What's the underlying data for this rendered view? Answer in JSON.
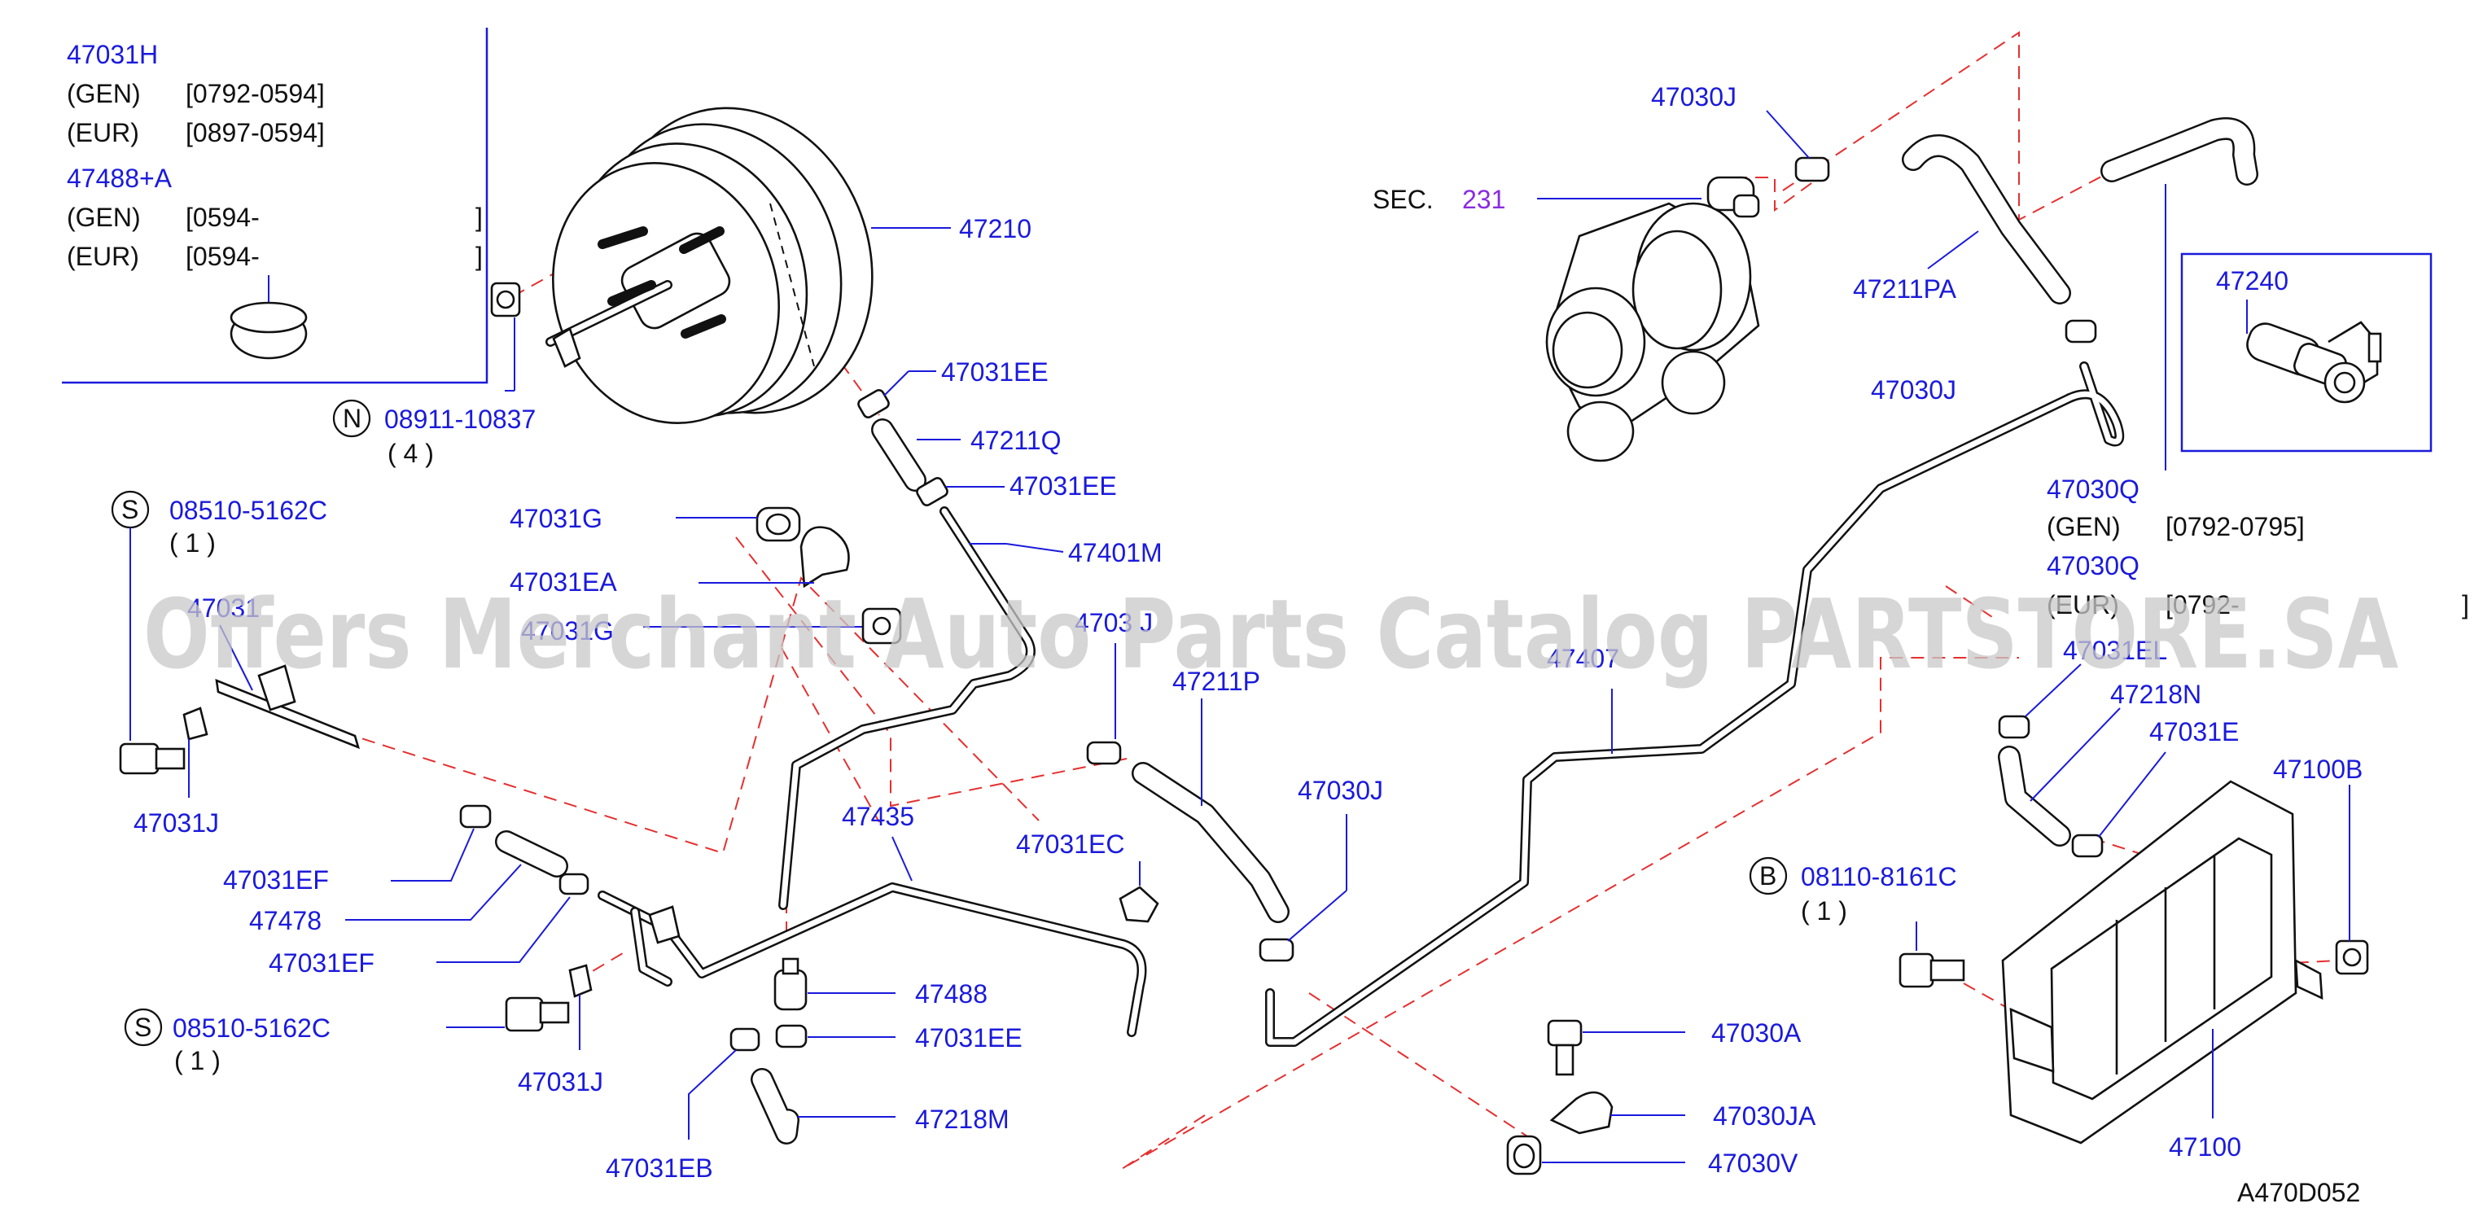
{
  "diagram_code": "A470D052",
  "watermark": "Offers Merchant Auto Parts Catalog PARTSTORE.SA",
  "legend": {
    "part_1": "47031H",
    "part_1_gen_label": "(GEN)",
    "part_1_gen_range": "[0792-0594]",
    "part_1_eur_label": "(EUR)",
    "part_1_eur_range": "[0897-0594]",
    "part_2": "47488+A",
    "part_2_gen_label": "(GEN)",
    "part_2_gen_range": "[0594-",
    "part_2_eur_label": "(EUR)",
    "part_2_eur_range": "[0594-",
    "bracket_close": "]"
  },
  "sec_ref": {
    "prefix": "SEC.",
    "number": "231"
  },
  "inset_47240": "47240",
  "q_ranges": {
    "gen_label": "(GEN)",
    "gen_range": "[0792-0795]",
    "eur_label": "(EUR)",
    "eur_range": "[0792-",
    "bracket_close": "]"
  },
  "fasteners": {
    "n_letter": "N",
    "n_part": "08911-10837",
    "n_qty": "( 4 )",
    "s_letter": "S",
    "s1_part": "08510-5162C",
    "s1_qty": "( 1 )",
    "s2_part": "08510-5162C",
    "s2_qty": "( 1 )",
    "b_letter": "B",
    "b_part": "08110-8161C",
    "b_qty": "( 1 )"
  },
  "labels": {
    "p47210": "47210",
    "p47031EE_a": "47031EE",
    "p47211Q": "47211Q",
    "p47031EE_b": "47031EE",
    "p47401M": "47401M",
    "p47031G": "47031G",
    "p47031EA": "47031EA",
    "p47031G_hidden": "47031G",
    "p4703_j": "4703 J",
    "p47211P": "47211P",
    "p47031J_a": "47031J",
    "p47031_hidden": "47031",
    "p47031EF_a": "47031EF",
    "p47478": "47478",
    "p47031EF_b": "47031EF",
    "p47435": "47435",
    "p47031EC": "47031EC",
    "p47030J_a": "47030J",
    "p47031J_b": "47031J",
    "p47488": "47488",
    "p47031EE_c": "47031EE",
    "p47218M": "47218M",
    "p47031EB": "47031EB",
    "p47030J_top": "47030J",
    "p47211PA": "47211PA",
    "p47030J_mid": "47030J",
    "p47030Q_a": "47030Q",
    "p47030Q_b": "47030Q",
    "p47407": "47407",
    "p47031EL": "47031EL",
    "p47218N": "47218N",
    "p47031E": "47031E",
    "p47100B": "47100B",
    "p47100": "47100",
    "p47030A": "47030A",
    "p47030JA": "47030JA",
    "p47030V": "47030V"
  }
}
